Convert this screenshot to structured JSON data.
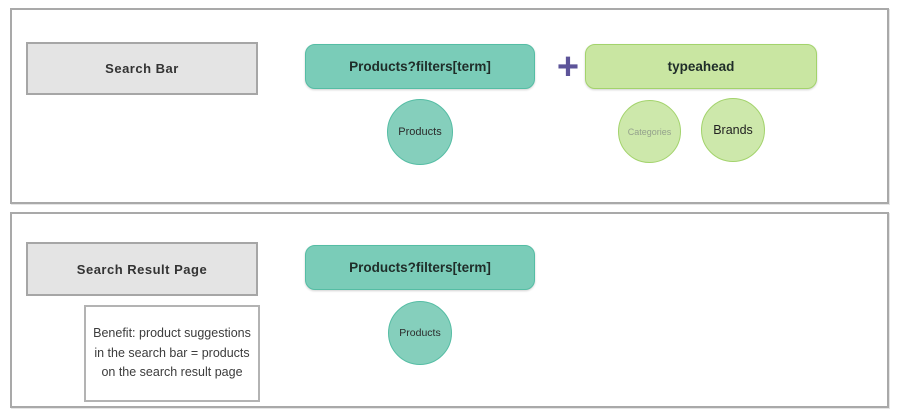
{
  "colors": {
    "teal_fill": "#7accb8",
    "teal_border": "#55bda4",
    "teal_circle_fill": "#85cfbc",
    "green_fill": "#c9e6a2",
    "green_border": "#a3d36c",
    "green_circle_fill": "#cde8ab",
    "plus_purple": "#5d5499",
    "gray_box_fill": "#e4e4e4",
    "gray_box_border": "#a6a6a6",
    "panel_border": "#a9a9a9",
    "categories_text": "#94a18c"
  },
  "top_panel": {
    "label_box": "Search Bar",
    "api_pill": "Products?filters[term]",
    "plus": "+",
    "typeahead_pill": "typeahead",
    "products_circle": "Products",
    "categories_circle": "Categories",
    "brands_circle": "Brands"
  },
  "bottom_panel": {
    "label_box": "Search Result Page",
    "api_pill": "Products?filters[term]",
    "products_circle": "Products",
    "benefit_note": "Benefit: product suggestions in the search bar = products on the search result page"
  }
}
